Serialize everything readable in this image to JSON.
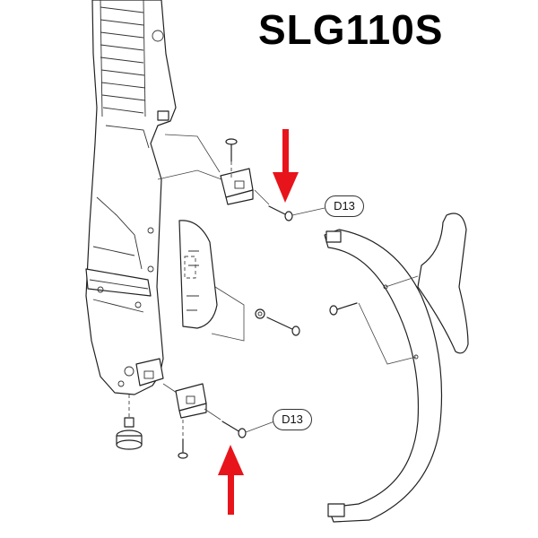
{
  "title": "SLG110S",
  "callouts": [
    "D13",
    "D13"
  ],
  "colors": {
    "arrow": "#e8141b",
    "line": "#222222"
  },
  "icons": {
    "top_arrow": "arrow-down-icon",
    "bottom_arrow": "arrow-up-icon"
  }
}
